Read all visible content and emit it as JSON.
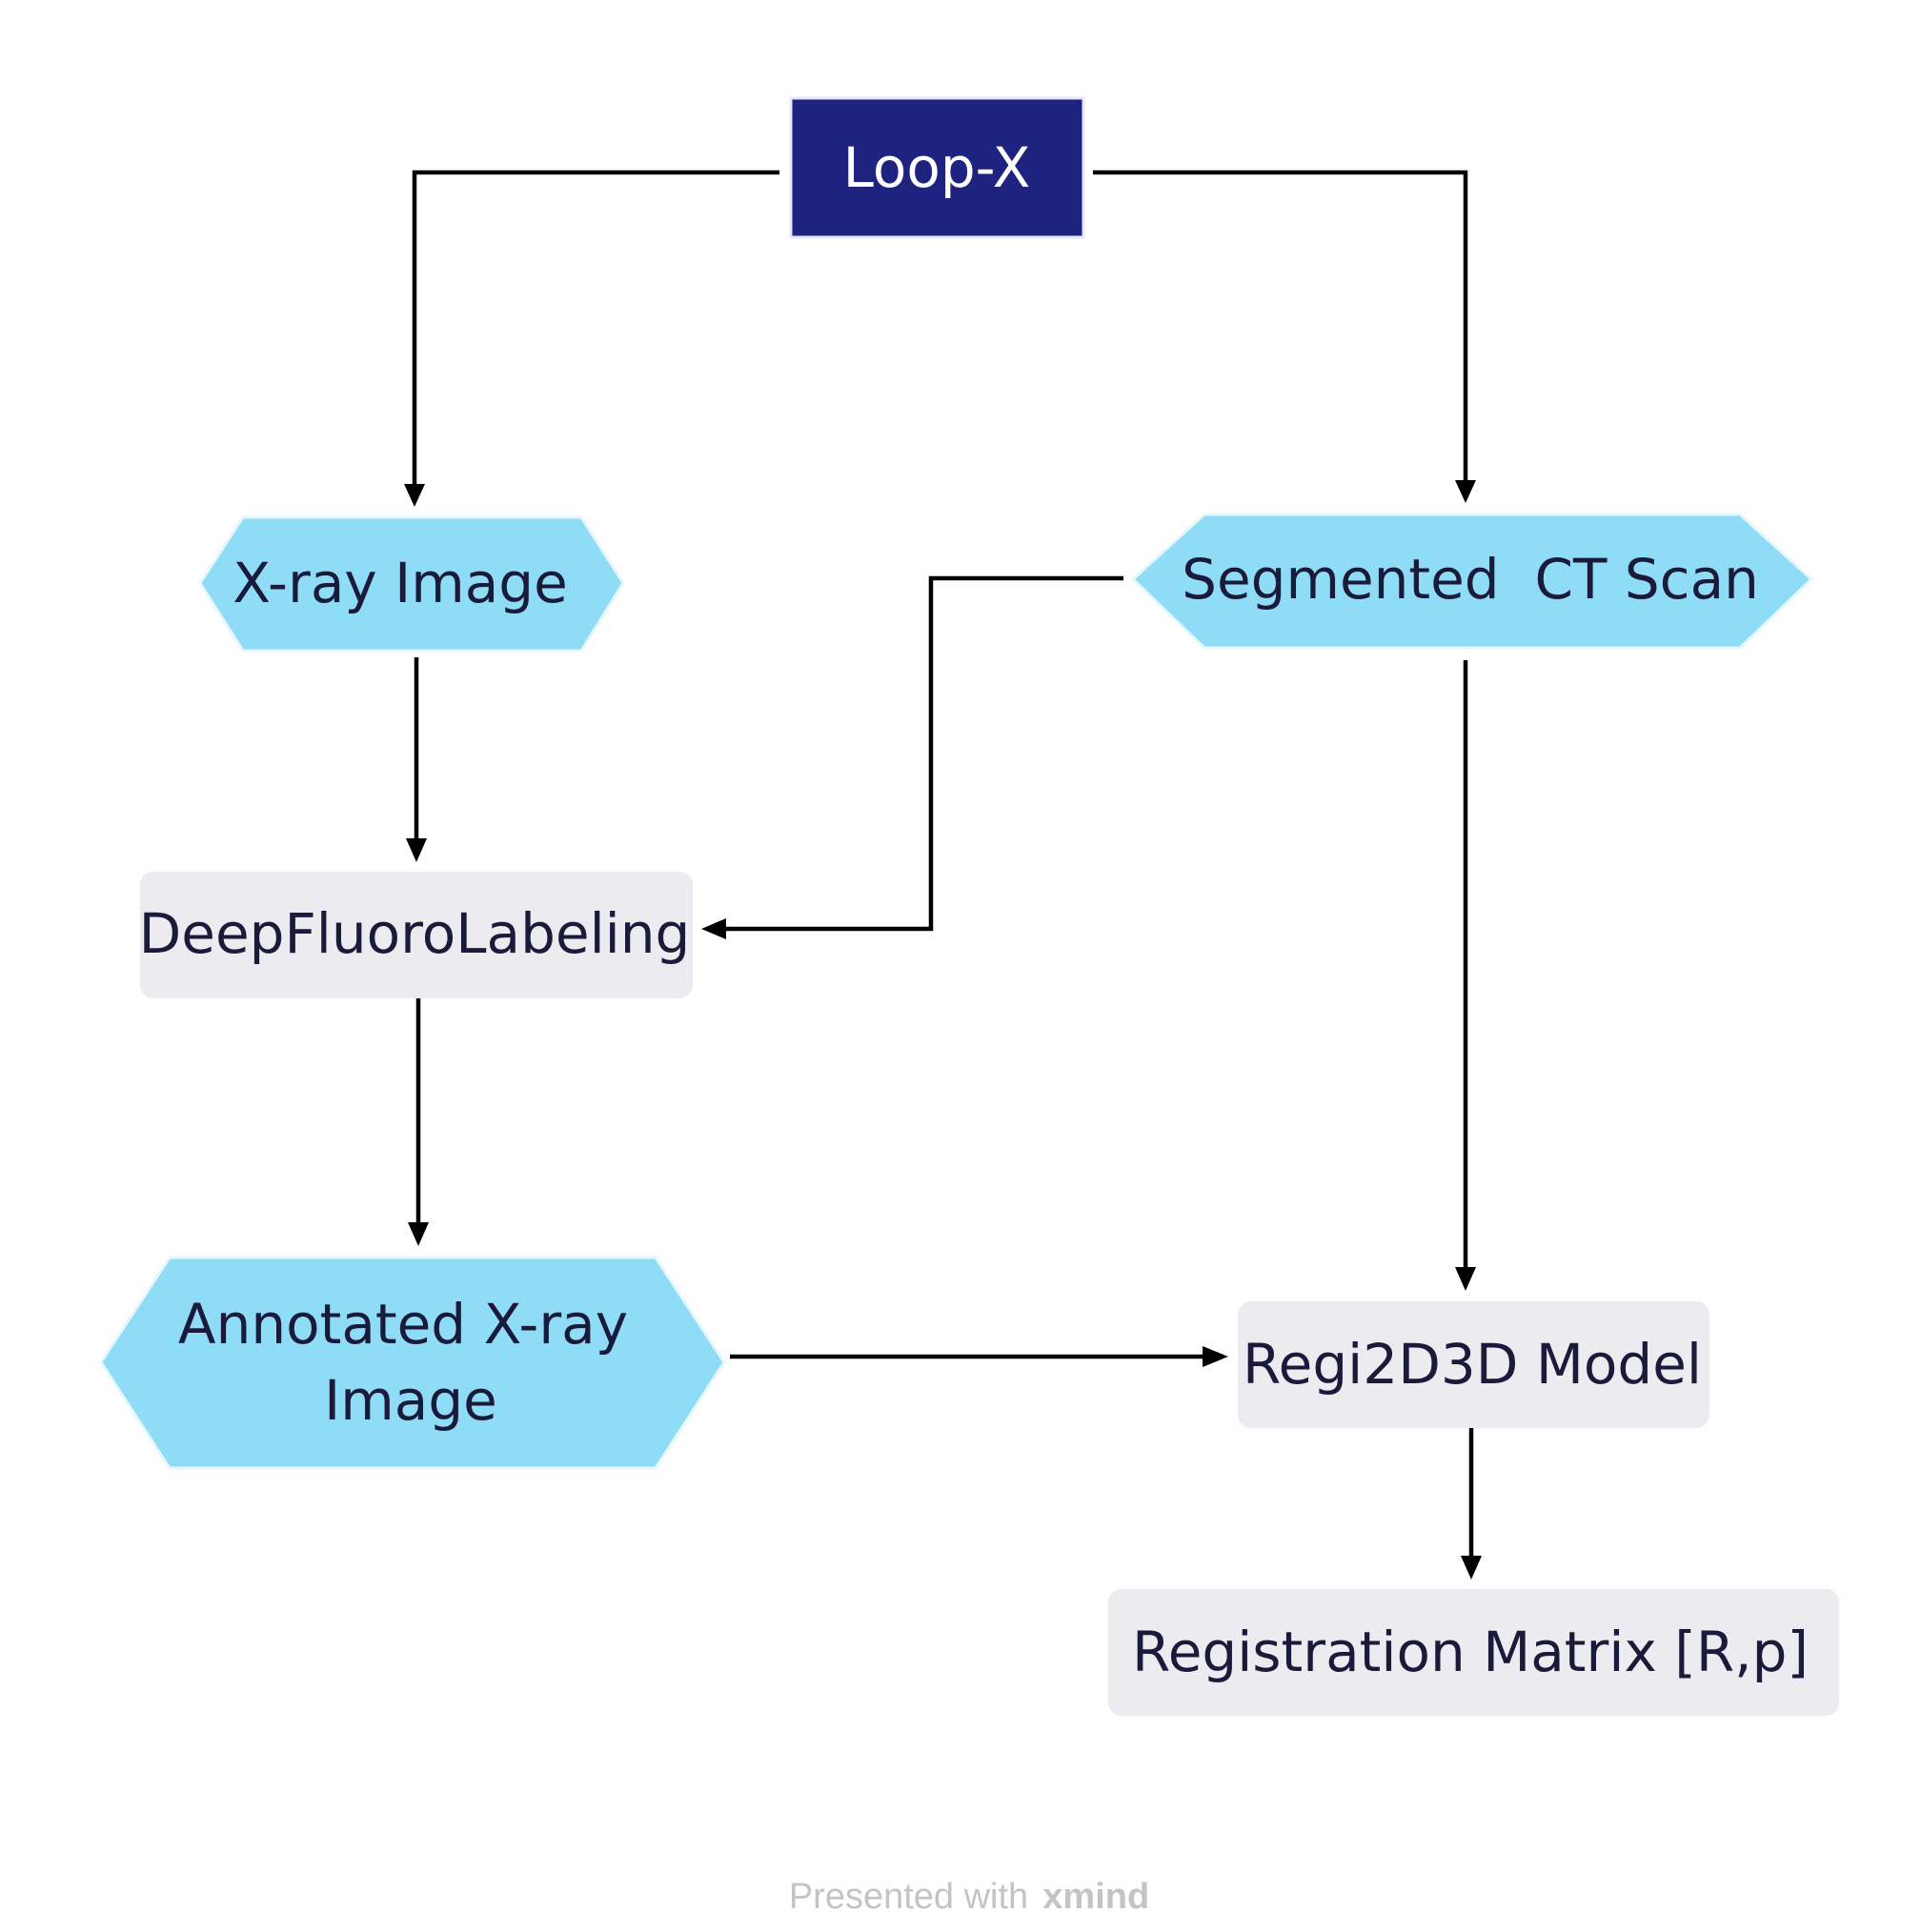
{
  "nodes": {
    "loop_x": "Loop-X",
    "xray_image": "X-ray Image",
    "segmented_ct": "Segmented  CT Scan",
    "deepfluoro": "DeepFluoroLabeling",
    "annotated_line1": "Annotated X-ray",
    "annotated_line2": "Image",
    "regi2d3d": "Regi2D3D Model",
    "registration_matrix": "Registration Matrix [R,p]"
  },
  "footer": {
    "prefix": "Presented with",
    "brand": "xmind"
  },
  "colors": {
    "root_fill": "#1d237f",
    "hexagon_fill": "#8fdcf6",
    "box_fill": "#ececf0",
    "text": "#1a1a3a",
    "connector": "#000000"
  }
}
